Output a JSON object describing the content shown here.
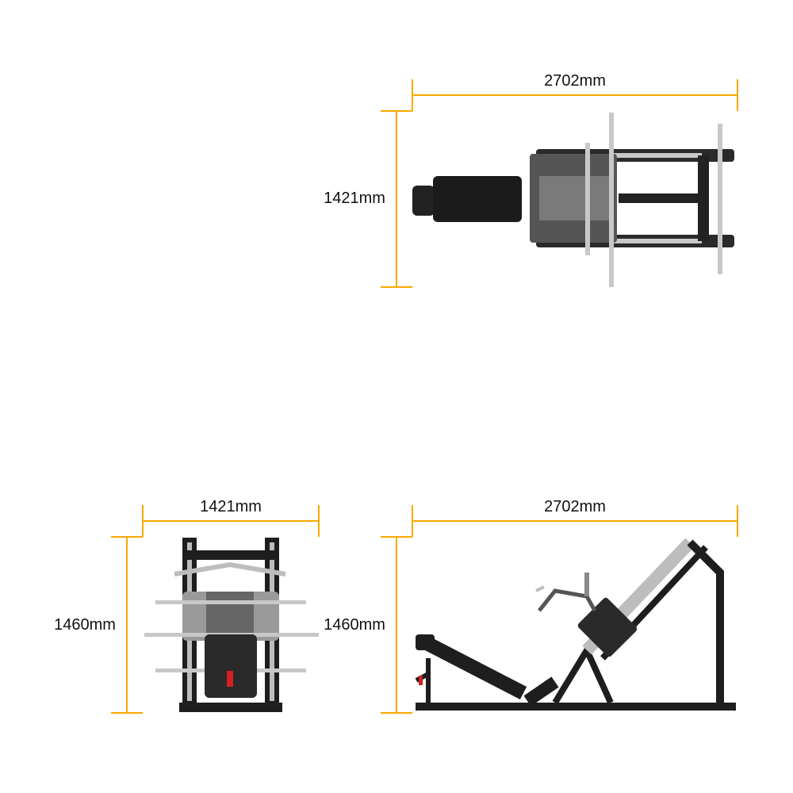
{
  "top_view": {
    "width_label": "2702mm",
    "depth_label": "1421mm"
  },
  "front_view": {
    "width_label": "1421mm",
    "height_label": "1460mm"
  },
  "side_view": {
    "length_label": "2702mm",
    "height_label": "1460mm"
  },
  "colors": {
    "dimension": "#f9a800",
    "frame": "#1e1e1e",
    "chrome": "#b8b8b8",
    "accent": "#d32020"
  }
}
